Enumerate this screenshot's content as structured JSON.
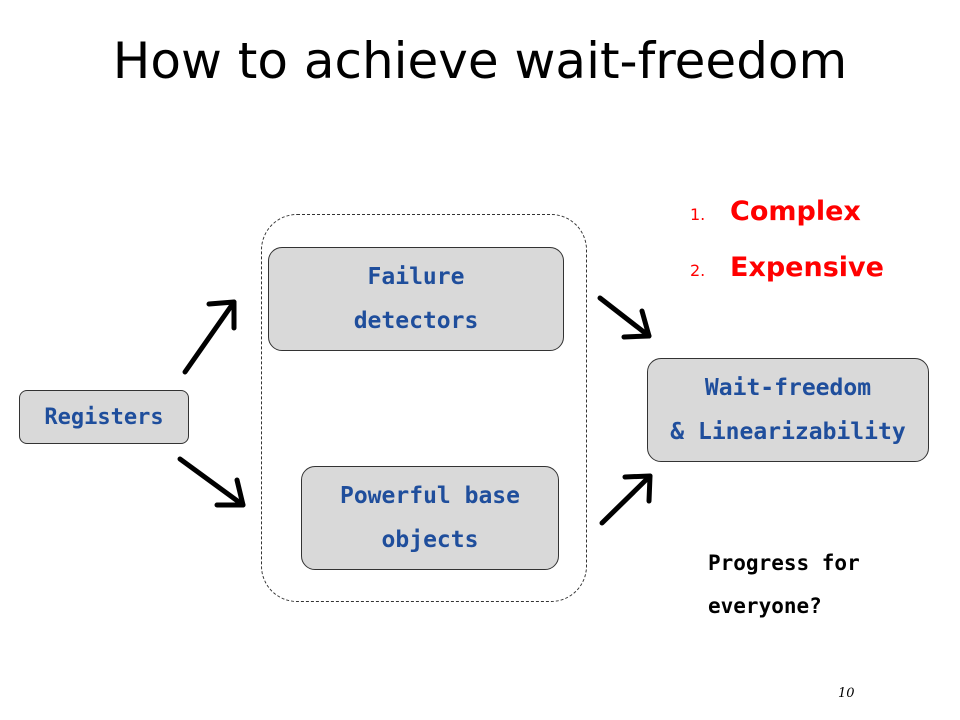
{
  "title": "How to achieve wait-freedom",
  "nodes": {
    "registers": "Registers",
    "failure_detectors": [
      "Failure",
      "detectors"
    ],
    "powerful_objects": [
      "Powerful base",
      "objects"
    ],
    "wait_freedom": [
      "Wait-freedom",
      "& Linearizability"
    ]
  },
  "issues": [
    {
      "num": "1.",
      "text": "Complex"
    },
    {
      "num": "2.",
      "text": "Expensive"
    }
  ],
  "note": [
    "Progress for",
    "everyone?"
  ],
  "page_number": "10",
  "colors": {
    "node_text": "#1f4e9c",
    "node_fill": "#d9d9d9",
    "issue_text": "#ff0000"
  }
}
